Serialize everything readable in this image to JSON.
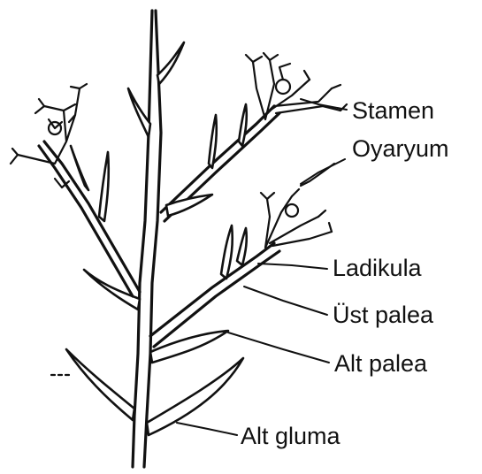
{
  "labels": {
    "stamen": "Stamen",
    "oyaryum": "Oyaryum",
    "ladikula": "Ladikula",
    "ust_palea": "Üst palea",
    "alt_palea": "Alt palea",
    "alt_gluma": "Alt gluma"
  },
  "colors": {
    "ink": "#111111",
    "background": "#ffffff"
  }
}
